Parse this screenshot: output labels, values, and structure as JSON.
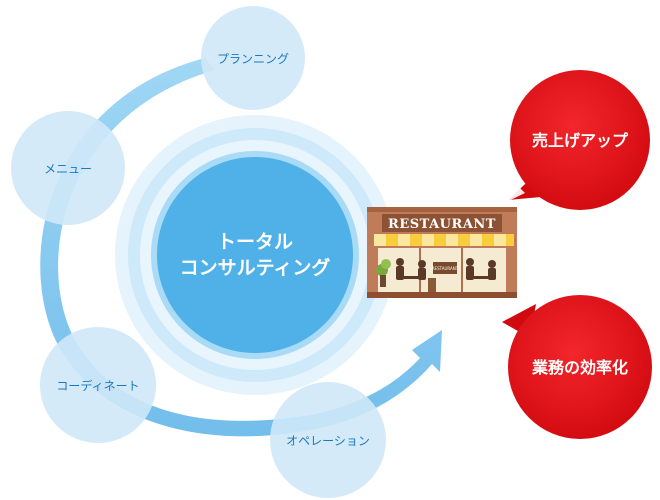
{
  "center": {
    "line1": "トータル",
    "line2": "コンサルティング"
  },
  "phases": {
    "planning": "プランニング",
    "menu": "メニュー",
    "coordinate": "コーディネート",
    "operation": "オペレーション"
  },
  "restaurant": {
    "sign": "RESTAURANT",
    "small_sign": "RESTAURANT"
  },
  "outcomes": {
    "sales_up": "売上げアップ",
    "efficiency": "業務の効率化"
  }
}
